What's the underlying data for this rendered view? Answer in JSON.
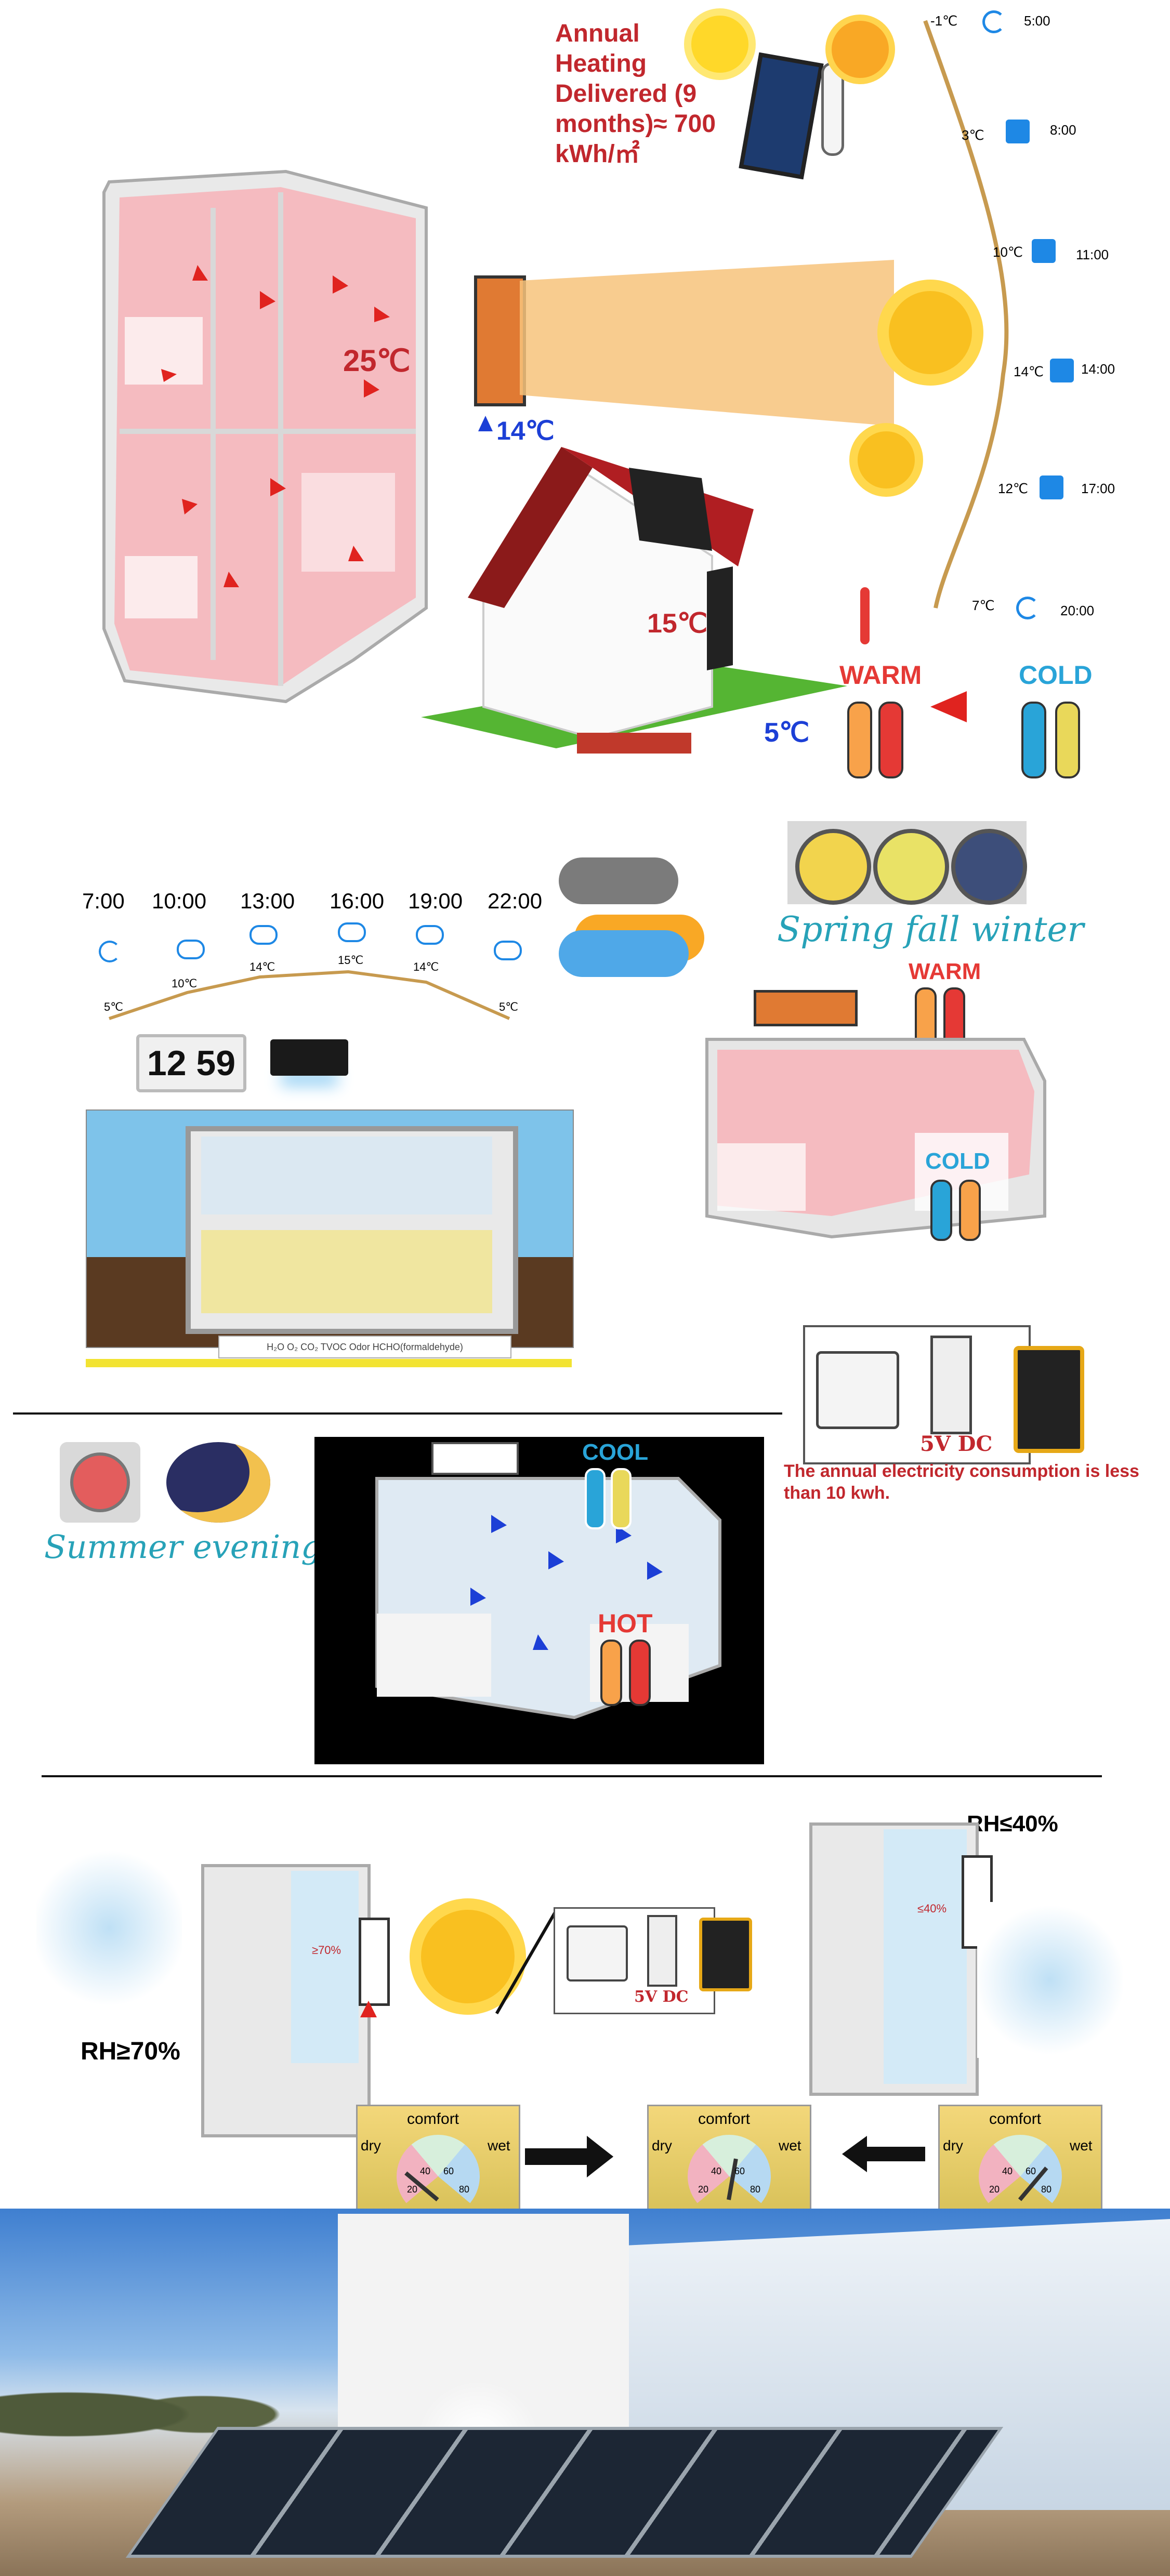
{
  "colors": {
    "warm": "#f08a8e",
    "cool": "#cfe7f5",
    "arrow_red": "#e0231f",
    "arrow_blue": "#1c3fd6",
    "title_red": "#c1272d",
    "script_teal": "#27a2b8",
    "curve": "#c79a4f"
  },
  "heating": {
    "annual_title": "Annual Heating Delivered (9 months)≈ 700 kWh/㎡",
    "room_temp": "25℃",
    "intake_temp": "14℃",
    "house_temp_inside": "15℃",
    "house_temp_outside": "5℃",
    "warm_label": "WARM",
    "cold_label": "COLD",
    "timeline": [
      {
        "temp": "-1℃",
        "time": "5:00",
        "icon": "moon-icon"
      },
      {
        "temp": "3℃",
        "time": "8:00",
        "icon": "sun-icon"
      },
      {
        "temp": "10℃",
        "time": "11:00",
        "icon": "sun-icon"
      },
      {
        "temp": "14℃",
        "time": "14:00",
        "icon": "sun-icon"
      },
      {
        "temp": "12℃",
        "time": "17:00",
        "icon": "sun-icon"
      },
      {
        "temp": "7℃",
        "time": "20:00",
        "icon": "moon-icon"
      }
    ]
  },
  "spring": {
    "times": [
      "7:00",
      "10:00",
      "13:00",
      "16:00",
      "19:00",
      "22:00"
    ],
    "temps": [
      "5℃",
      "10℃",
      "14℃",
      "15℃",
      "14℃",
      "5℃"
    ],
    "clock": "12 59",
    "legend": "H₂O  O₂  CO₂  TVOC  Odor  HCHO(formaldehyde)",
    "title": "Spring fall winter",
    "warm_label": "WARM",
    "cold_label": "COLD",
    "power_label": "5V DC",
    "consumption": "The annual electricity consumption is less than 10 kwh."
  },
  "summer": {
    "title": "Summer evening",
    "cool_label": "COOL",
    "hot_label": "HOT"
  },
  "humidity": {
    "rh_high": "RH≥70%",
    "rh_low": "RH≤40%",
    "sensor_high": "≥70%",
    "sensor_low": "≤40%",
    "power_label": "5V DC",
    "gauges": [
      {
        "comfort": "comfort",
        "dry": "dry",
        "wet": "wet"
      },
      {
        "comfort": "comfort",
        "dry": "dry",
        "wet": "wet"
      },
      {
        "comfort": "comfort",
        "dry": "dry",
        "wet": "wet"
      }
    ],
    "gauge_ticks": [
      "20",
      "40",
      "60",
      "80"
    ]
  }
}
